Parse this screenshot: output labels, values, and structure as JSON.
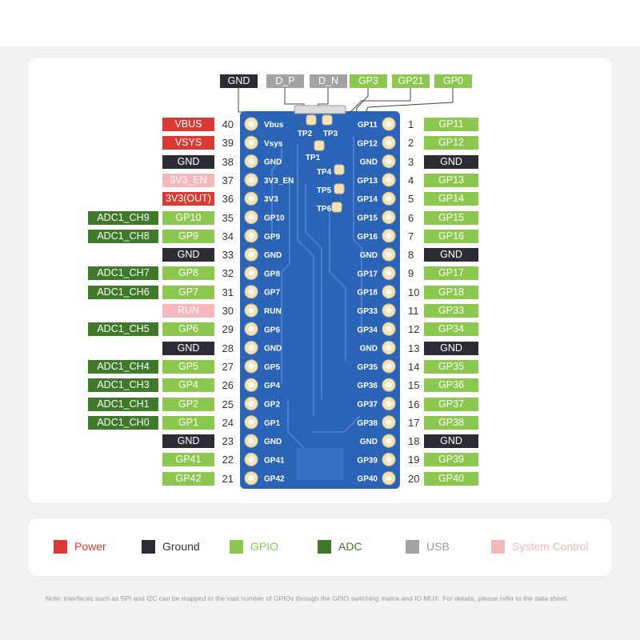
{
  "colors": {
    "power": "#d93a34",
    "ground": "#2b2c34",
    "gpio": "#8cc850",
    "adc": "#3f7a2a",
    "usb": "#a3a3a3",
    "system_control": "#f2b8bc",
    "board": "#2b63b6",
    "pad": "#f2e2b6"
  },
  "top_labels": [
    {
      "text": "GND",
      "kind": "ground"
    },
    {
      "text": "D_P",
      "kind": "usb"
    },
    {
      "text": "D_N",
      "kind": "usb"
    },
    {
      "text": "GP3",
      "kind": "gpio"
    },
    {
      "text": "GP21",
      "kind": "gpio"
    },
    {
      "text": "GP0",
      "kind": "gpio"
    }
  ],
  "left_pins": [
    {
      "num": "40",
      "silk": "Vbus",
      "label": "VBUS",
      "kind": "power",
      "adc": ""
    },
    {
      "num": "39",
      "silk": "Vsys",
      "label": "VSYS",
      "kind": "power",
      "adc": ""
    },
    {
      "num": "38",
      "silk": "GND",
      "label": "GND",
      "kind": "ground",
      "adc": ""
    },
    {
      "num": "37",
      "silk": "3V3_EN",
      "label": "3V3_EN",
      "kind": "system_control",
      "adc": ""
    },
    {
      "num": "36",
      "silk": "3V3",
      "label": "3V3(OUT)",
      "kind": "power",
      "adc": ""
    },
    {
      "num": "35",
      "silk": "GP10",
      "label": "GP10",
      "kind": "gpio",
      "adc": "ADC1_CH9"
    },
    {
      "num": "34",
      "silk": "GP9",
      "label": "GP9",
      "kind": "gpio",
      "adc": "ADC1_CH8"
    },
    {
      "num": "33",
      "silk": "GND",
      "label": "GND",
      "kind": "ground",
      "adc": ""
    },
    {
      "num": "32",
      "silk": "GP8",
      "label": "GP8",
      "kind": "gpio",
      "adc": "ADC1_CH7"
    },
    {
      "num": "31",
      "silk": "GP7",
      "label": "GP7",
      "kind": "gpio",
      "adc": "ADC1_CH6"
    },
    {
      "num": "30",
      "silk": "RUN",
      "label": "RUN",
      "kind": "system_control",
      "adc": ""
    },
    {
      "num": "29",
      "silk": "GP6",
      "label": "GP6",
      "kind": "gpio",
      "adc": "ADC1_CH5"
    },
    {
      "num": "28",
      "silk": "GND",
      "label": "GND",
      "kind": "ground",
      "adc": ""
    },
    {
      "num": "27",
      "silk": "GP5",
      "label": "GP5",
      "kind": "gpio",
      "adc": "ADC1_CH4"
    },
    {
      "num": "26",
      "silk": "GP4",
      "label": "GP4",
      "kind": "gpio",
      "adc": "ADC1_CH3"
    },
    {
      "num": "25",
      "silk": "GP2",
      "label": "GP2",
      "kind": "gpio",
      "adc": "ADC1_CH1"
    },
    {
      "num": "24",
      "silk": "GP1",
      "label": "GP1",
      "kind": "gpio",
      "adc": "ADC1_CH0"
    },
    {
      "num": "23",
      "silk": "GND",
      "label": "GND",
      "kind": "ground",
      "adc": ""
    },
    {
      "num": "22",
      "silk": "GP41",
      "label": "GP41",
      "kind": "gpio",
      "adc": ""
    },
    {
      "num": "21",
      "silk": "GP42",
      "label": "GP42",
      "kind": "gpio",
      "adc": ""
    }
  ],
  "right_pins": [
    {
      "num": "1",
      "silk": "GP11",
      "label": "GP11",
      "kind": "gpio"
    },
    {
      "num": "2",
      "silk": "GP12",
      "label": "GP12",
      "kind": "gpio"
    },
    {
      "num": "3",
      "silk": "GND",
      "label": "GND",
      "kind": "ground"
    },
    {
      "num": "4",
      "silk": "GP13",
      "label": "GP13",
      "kind": "gpio"
    },
    {
      "num": "5",
      "silk": "GP14",
      "label": "GP14",
      "kind": "gpio"
    },
    {
      "num": "6",
      "silk": "GP15",
      "label": "GP15",
      "kind": "gpio"
    },
    {
      "num": "7",
      "silk": "GP16",
      "label": "GP16",
      "kind": "gpio"
    },
    {
      "num": "8",
      "silk": "GND",
      "label": "GND",
      "kind": "ground"
    },
    {
      "num": "9",
      "silk": "GP17",
      "label": "GP17",
      "kind": "gpio"
    },
    {
      "num": "10",
      "silk": "GP18",
      "label": "GP18",
      "kind": "gpio"
    },
    {
      "num": "11",
      "silk": "GP33",
      "label": "GP33",
      "kind": "gpio"
    },
    {
      "num": "12",
      "silk": "GP34",
      "label": "GP34",
      "kind": "gpio"
    },
    {
      "num": "13",
      "silk": "GND",
      "label": "GND",
      "kind": "ground"
    },
    {
      "num": "14",
      "silk": "GP35",
      "label": "GP35",
      "kind": "gpio"
    },
    {
      "num": "15",
      "silk": "GP36",
      "label": "GP36",
      "kind": "gpio"
    },
    {
      "num": "16",
      "silk": "GP37",
      "label": "GP37",
      "kind": "gpio"
    },
    {
      "num": "17",
      "silk": "GP38",
      "label": "GP38",
      "kind": "gpio"
    },
    {
      "num": "18",
      "silk": "GND",
      "label": "GND",
      "kind": "ground"
    },
    {
      "num": "19",
      "silk": "GP39",
      "label": "GP39",
      "kind": "gpio"
    },
    {
      "num": "20",
      "silk": "GP40",
      "label": "GP40",
      "kind": "gpio"
    }
  ],
  "test_points": [
    "TP1",
    "TP2",
    "TP3",
    "TP4",
    "TP5",
    "TP6"
  ],
  "legend": [
    {
      "label": "Power",
      "kind": "power"
    },
    {
      "label": "Ground",
      "kind": "ground"
    },
    {
      "label": "GPIO",
      "kind": "gpio"
    },
    {
      "label": "ADC",
      "kind": "adc"
    },
    {
      "label": "USB",
      "kind": "usb"
    },
    {
      "label": "System Control",
      "kind": "system_control"
    }
  ],
  "note": "Note: interfaces such as SPI and I2C can be mapped to the vast number of GPIOs through the GPIO switching matrix and IO MUX. For details, please refer to the data sheet."
}
